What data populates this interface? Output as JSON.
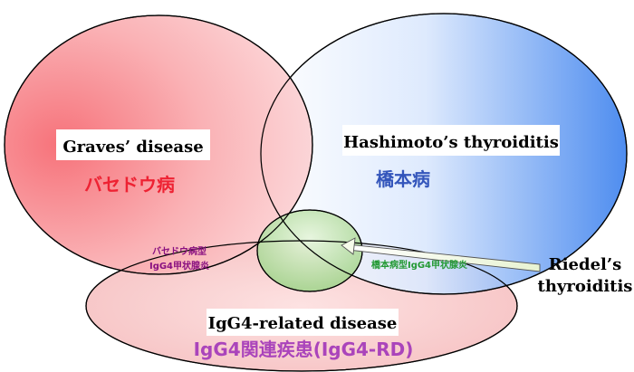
{
  "graves": {
    "en": "Graves’ disease",
    "jp": "バセドウ病",
    "overlap_jp_line1": "バセドウ病型",
    "overlap_jp_line2": "IgG4甲状腺炎"
  },
  "hashimoto": {
    "en": "Hashimoto’s thyroiditis",
    "jp": "橋本病",
    "overlap_jp": "橋本病型IgG4甲状腺炎"
  },
  "riedel": {
    "line1": "Riedel’s",
    "line2": "thyroiditis"
  },
  "igg4": {
    "en": "IgG4-related disease",
    "jp": "IgG4関連疾患(IgG4-RD)"
  },
  "colors": {
    "graves_fill": "#f76a72",
    "graves_label": "#ee2233",
    "hashimoto_fill": "#4d8ef0",
    "hashimoto_label": "#3355bb",
    "igg4_fill": "#f8caca",
    "igg4_label": "#aa44bb",
    "riedel_fill": "#a8d890",
    "overlap_graves_label": "#8a1080",
    "overlap_hashimoto_label": "#229933",
    "outline": "#000000"
  }
}
